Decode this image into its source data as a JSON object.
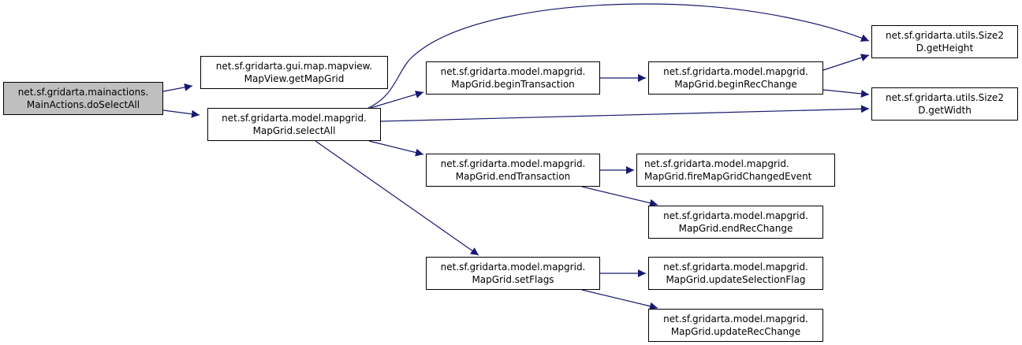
{
  "diagram": {
    "type": "call-graph",
    "edge_color": "#191970",
    "root_fill": "#bfbfbf",
    "nodes": [
      {
        "id": "doSelectAll",
        "line1": "net.sf.gridarta.mainactions.",
        "line2": "MainActions.doSelectAll",
        "root": true
      },
      {
        "id": "getMapGrid",
        "line1": "net.sf.gridarta.gui.map.mapview.",
        "line2": "MapView.getMapGrid"
      },
      {
        "id": "selectAll",
        "line1": "net.sf.gridarta.model.mapgrid.",
        "line2": "MapGrid.selectAll"
      },
      {
        "id": "beginTransaction",
        "line1": "net.sf.gridarta.model.mapgrid.",
        "line2": "MapGrid.beginTransaction"
      },
      {
        "id": "beginRecChange",
        "line1": "net.sf.gridarta.model.mapgrid.",
        "line2": "MapGrid.beginRecChange"
      },
      {
        "id": "getHeight",
        "line1": "net.sf.gridarta.utils.Size2",
        "line2": "D.getHeight"
      },
      {
        "id": "getWidth",
        "line1": "net.sf.gridarta.utils.Size2",
        "line2": "D.getWidth"
      },
      {
        "id": "endTransaction",
        "line1": "net.sf.gridarta.model.mapgrid.",
        "line2": "MapGrid.endTransaction"
      },
      {
        "id": "fireMapGridChangedEvent",
        "line1": "net.sf.gridarta.model.mapgrid.",
        "line2": "MapGrid.fireMapGridChangedEvent"
      },
      {
        "id": "endRecChange",
        "line1": "net.sf.gridarta.model.mapgrid.",
        "line2": "MapGrid.endRecChange"
      },
      {
        "id": "setFlags",
        "line1": "net.sf.gridarta.model.mapgrid.",
        "line2": "MapGrid.setFlags"
      },
      {
        "id": "updateSelectionFlag",
        "line1": "net.sf.gridarta.model.mapgrid.",
        "line2": "MapGrid.updateSelectionFlag"
      },
      {
        "id": "updateRecChange",
        "line1": "net.sf.gridarta.model.mapgrid.",
        "line2": "MapGrid.updateRecChange"
      }
    ],
    "edges": [
      {
        "from": "doSelectAll",
        "to": "getMapGrid"
      },
      {
        "from": "doSelectAll",
        "to": "selectAll"
      },
      {
        "from": "selectAll",
        "to": "getHeight"
      },
      {
        "from": "selectAll",
        "to": "beginTransaction"
      },
      {
        "from": "selectAll",
        "to": "getWidth"
      },
      {
        "from": "selectAll",
        "to": "endTransaction"
      },
      {
        "from": "selectAll",
        "to": "setFlags"
      },
      {
        "from": "beginTransaction",
        "to": "beginRecChange"
      },
      {
        "from": "beginRecChange",
        "to": "getHeight"
      },
      {
        "from": "beginRecChange",
        "to": "getWidth"
      },
      {
        "from": "endTransaction",
        "to": "fireMapGridChangedEvent"
      },
      {
        "from": "endTransaction",
        "to": "endRecChange"
      },
      {
        "from": "setFlags",
        "to": "updateSelectionFlag"
      },
      {
        "from": "setFlags",
        "to": "updateRecChange"
      }
    ]
  }
}
